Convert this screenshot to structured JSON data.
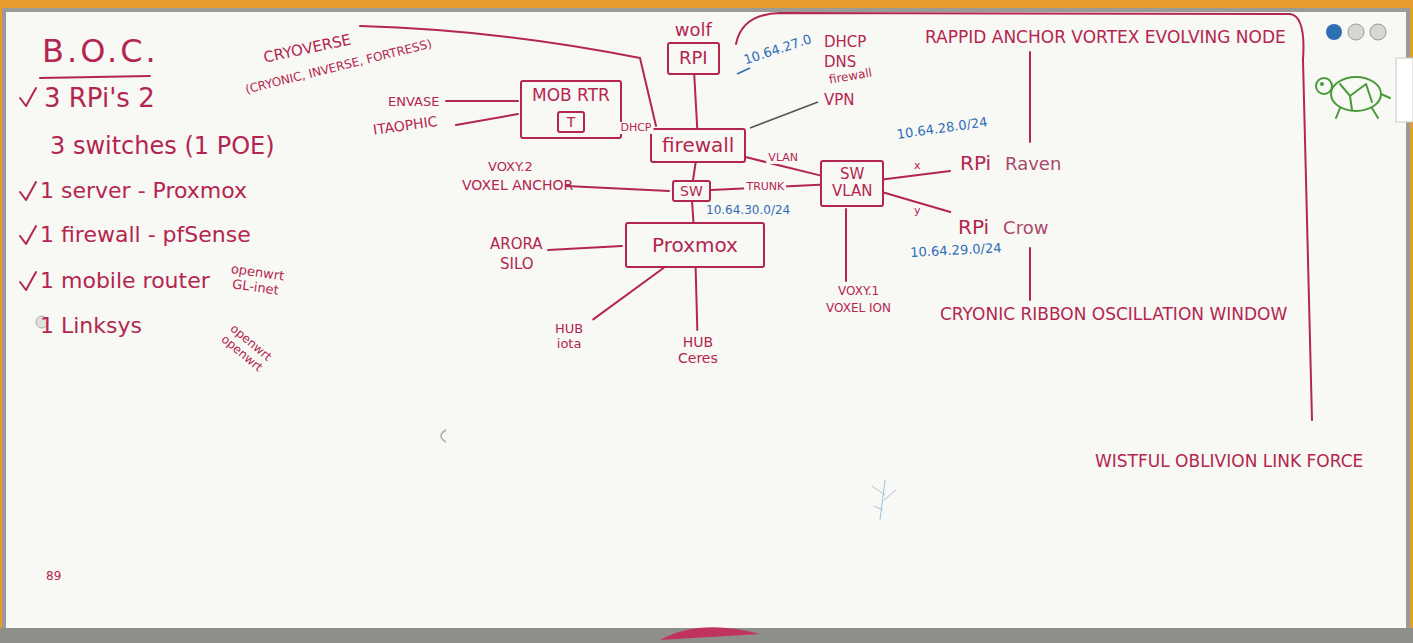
{
  "diagram": {
    "title": "B.O.C.",
    "nodes": [
      {
        "text": [
          "MOB RTR"
        ]
      },
      {
        "text": [
          "T"
        ],
        "in": 0
      },
      {
        "text": [
          "wolf",
          "RPI"
        ]
      },
      {
        "text": [
          "firewall"
        ]
      },
      {
        "text": [
          "SW"
        ]
      },
      {
        "text": [
          "Proxmox"
        ]
      },
      {
        "text": [
          "SW VLAN"
        ]
      },
      {
        "text": [
          "RPi",
          "Raven"
        ]
      },
      {
        "text": [
          "RPi",
          "Crow"
        ]
      },
      {
        "text": [
          "HUB iota"
        ]
      },
      {
        "text": [
          "HUB Ceres"
        ]
      }
    ],
    "edges": [
      {
        "from": 0,
        "to": 3,
        "label": "DHCP",
        "arrow": "none"
      },
      {
        "from": 2,
        "to": 3,
        "arrow": "none"
      },
      {
        "from": 3,
        "to": 4,
        "arrow": "none"
      },
      {
        "from": 4,
        "to": 5,
        "arrow": "none"
      },
      {
        "from": 3,
        "to": 6,
        "label": "VLAN",
        "arrow": "none"
      },
      {
        "from": 4,
        "to": 6,
        "label": "TRUNK",
        "arrow": "none"
      },
      {
        "from": 6,
        "to": 7,
        "label": "x",
        "arrow": "none"
      },
      {
        "from": 6,
        "to": 8,
        "label": "y",
        "arrow": "none"
      },
      {
        "from": 5,
        "to": 9,
        "arrow": "none"
      },
      {
        "from": 5,
        "to": 10,
        "arrow": "none"
      }
    ],
    "labels": [
      "3 RPi's 2",
      "3 switches (1 POE)",
      "1 server - Proxmox",
      "1 firewall - pfSense",
      "1 mobile router",
      "openwrt GL-inet",
      "1 Linksys",
      "openwrt openwrt",
      "CRYOVERSE",
      "(CRYONIC, INVERSE, FORTRESS)",
      "ENVASE",
      "ITAOPHIC",
      "10.64.27.0",
      "DHCP",
      "DNS",
      "firewall",
      "VPN",
      "VOXY.2",
      "VOXEL ANCHOR",
      "10.64.30.0/24",
      "ARORA",
      "SILO",
      "10.64.28.0/24",
      "10.64.29.0/24",
      "VOXY.1",
      "VOXEL ION",
      "RAPPID ANCHOR VORTEX EVOLVING NODE",
      "CRYONIC RIBBON OSCILLATION WINDOW",
      "WISTFUL OBLIVION LINK FORCE",
      "89"
    ]
  }
}
